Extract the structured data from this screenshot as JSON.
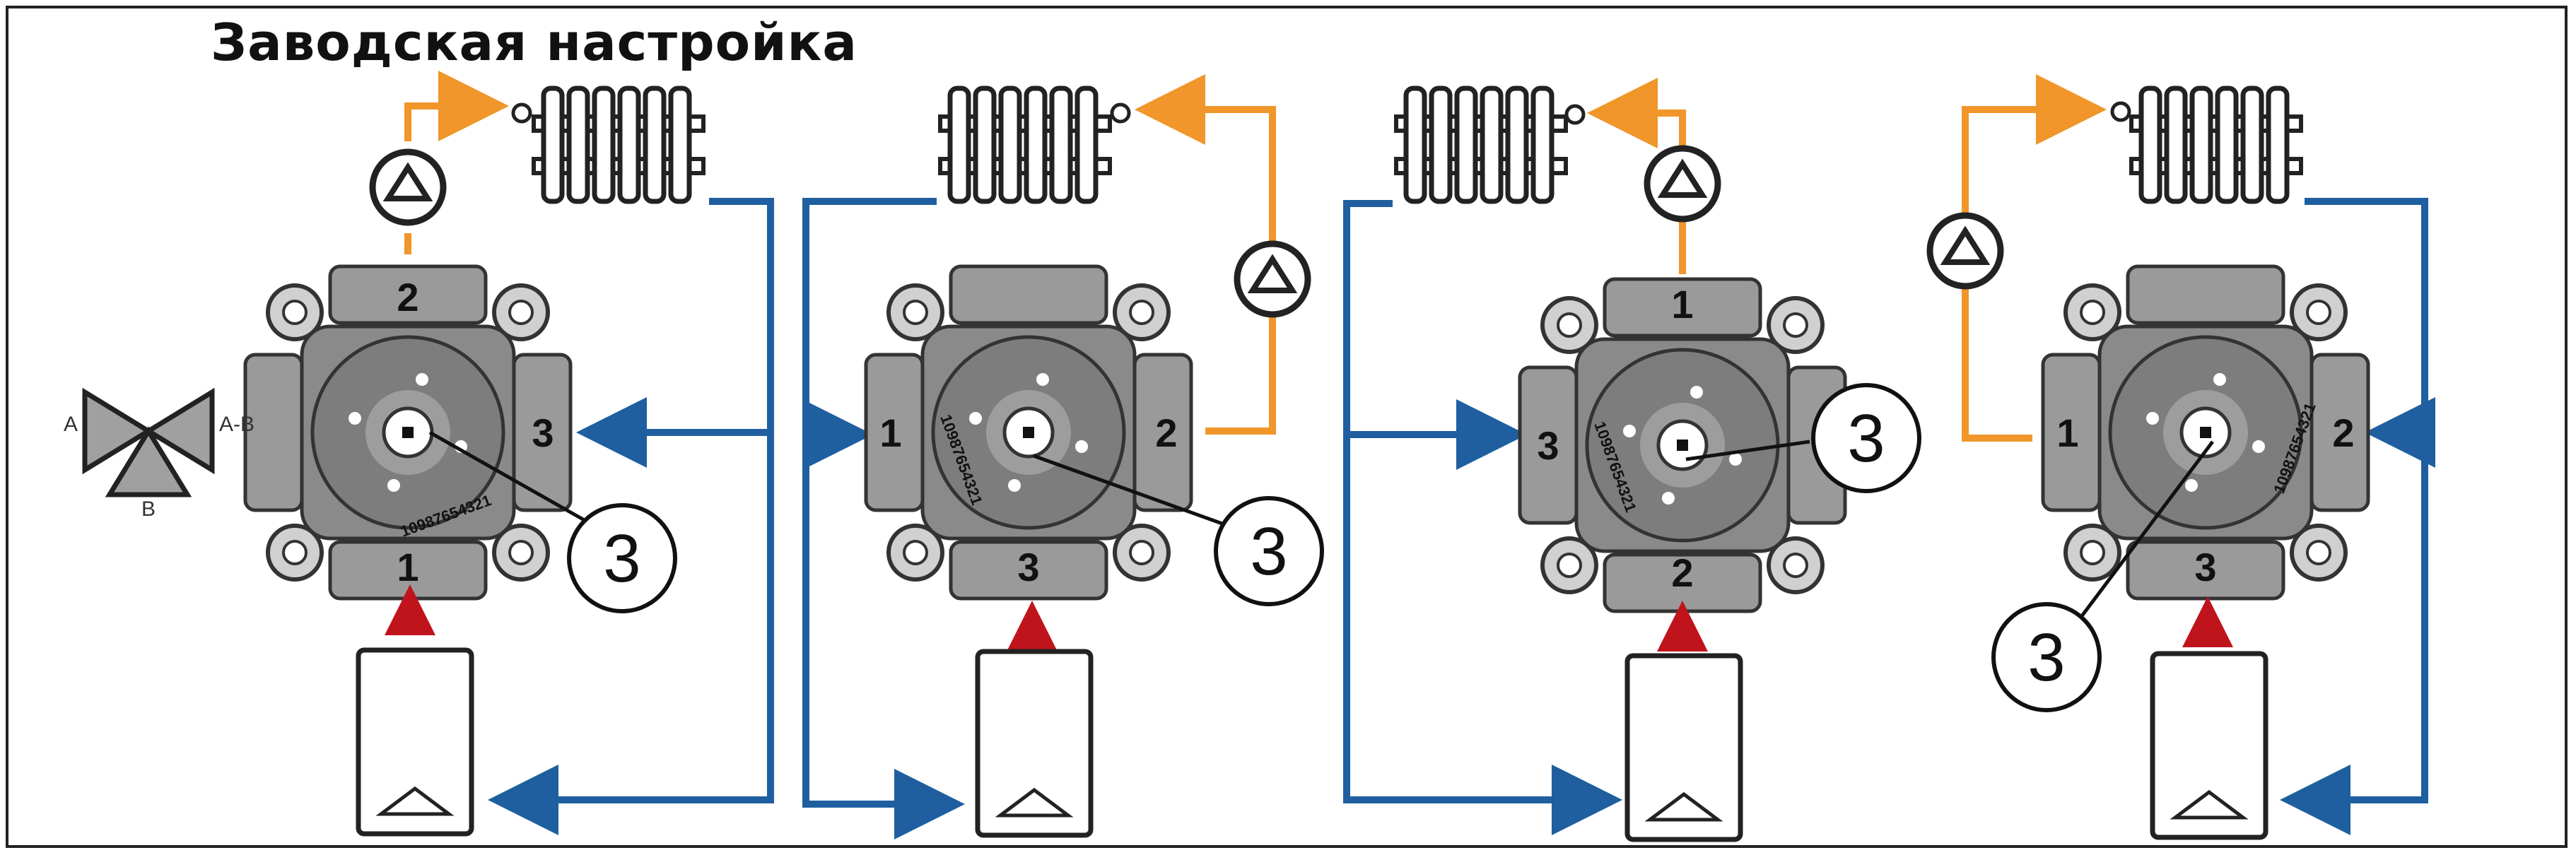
{
  "title": "Заводская настройка",
  "legend": {
    "port_a": "A",
    "port_ab": "A-B",
    "port_b": "B"
  },
  "callout_label": "3",
  "scale_marks": "10987654321",
  "panels": [
    {
      "top": "2",
      "bottom": "1",
      "left": "",
      "right": "3"
    },
    {
      "top": "",
      "bottom": "3",
      "left": "1",
      "right": "2"
    },
    {
      "top": "1",
      "bottom": "2",
      "left": "3",
      "right": ""
    },
    {
      "top": "",
      "bottom": "3",
      "left": "1",
      "right": "2"
    }
  ],
  "colors": {
    "hot": "#f0962a",
    "cold": "#1f5fa0",
    "red": "#c0141c"
  }
}
